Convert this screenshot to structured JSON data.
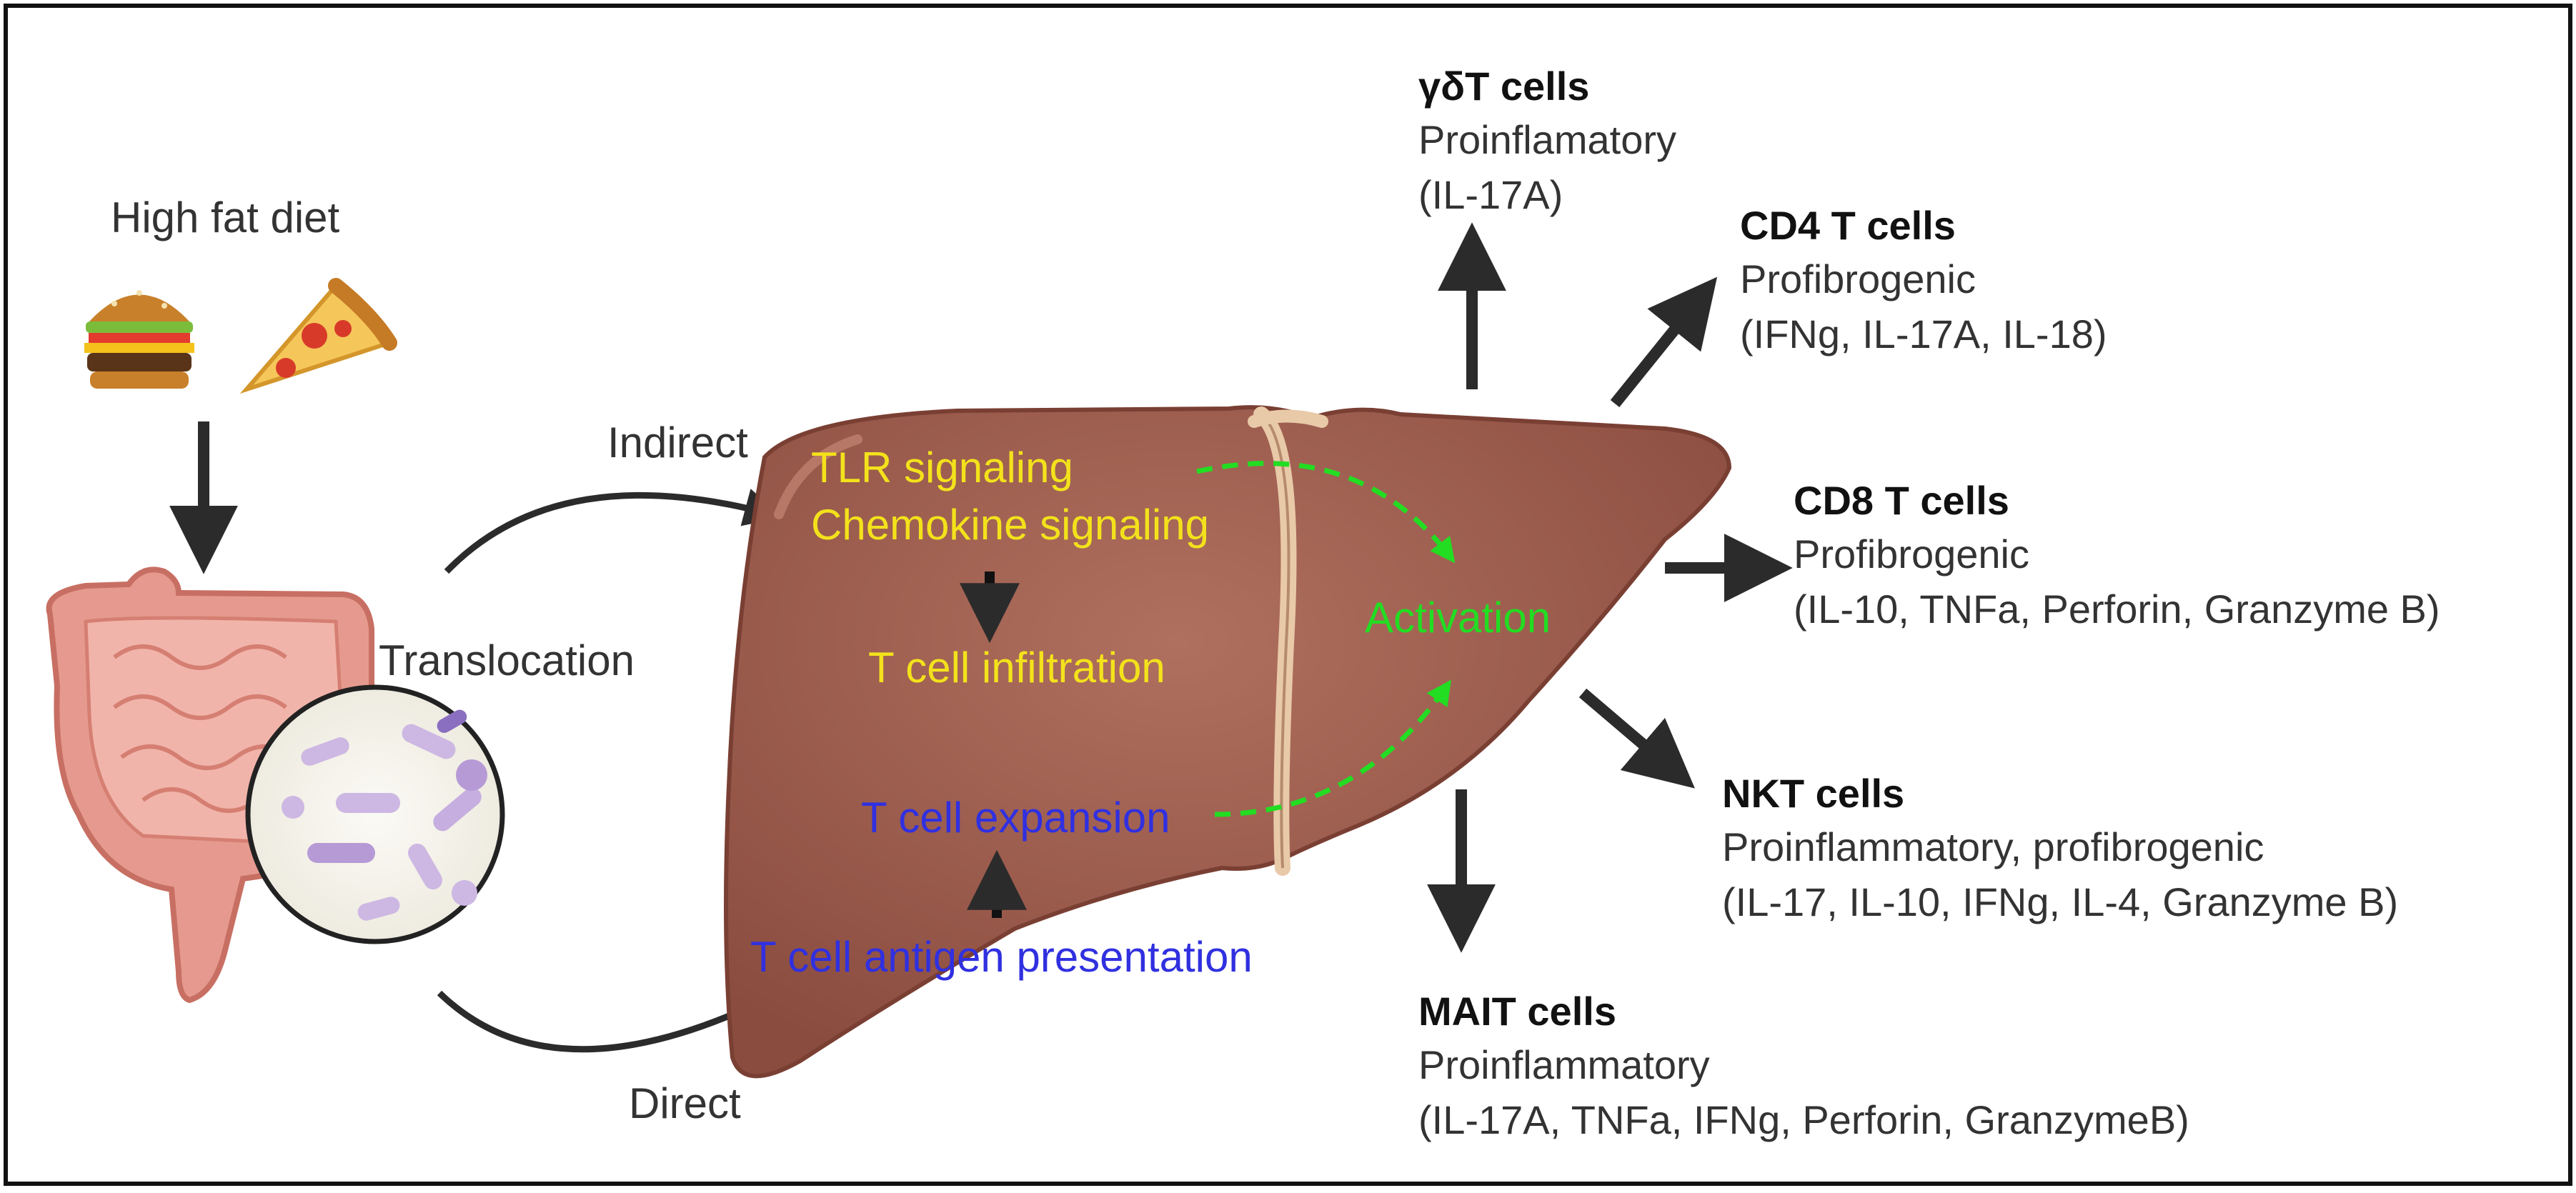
{
  "diet": {
    "label": "High fat diet"
  },
  "gut": {
    "translocation_label": "Translocation"
  },
  "routes": {
    "indirect": "Indirect",
    "direct": "Direct"
  },
  "liver": {
    "tlr": "TLR signaling",
    "chemokine": "Chemokine signaling",
    "infiltration": "T cell infiltration",
    "expansion": "T cell expansion",
    "antigen": "T cell antigen presentation",
    "activation": "Activation"
  },
  "cells": [
    {
      "name": "γδT cells",
      "role": "Proinflamatory",
      "cytokines": "(IL-17A)"
    },
    {
      "name": "CD4 T cells",
      "role": "Profibrogenic",
      "cytokines": "(IFNg, IL-17A, IL-18)"
    },
    {
      "name": "CD8 T cells",
      "role": "Profibrogenic",
      "cytokines": "(IL-10, TNFa, Perforin, Granzyme B)"
    },
    {
      "name": "NKT cells",
      "role": "Proinflammatory, profibrogenic",
      "cytokines": "(IL-17, IL-10, IFNg, IL-4, Granzyme B)"
    },
    {
      "name": "MAIT cells",
      "role": "Proinflammatory",
      "cytokines": "(IL-17A, TNFa, IFNg, Perforin, GranzymeB)"
    }
  ],
  "colors": {
    "liver": "#9a5a4c",
    "liver_highlight": "#b0705f",
    "ligament": "#e8c9a8",
    "signal_yellow": "#f3e21b",
    "presentation_blue": "#3030e0",
    "activation_green": "#22dd22",
    "arrow": "#2b2b2b"
  },
  "icons": [
    "burger-icon",
    "pizza-icon",
    "intestine-icon",
    "bacteria-circle-icon",
    "liver-icon"
  ]
}
